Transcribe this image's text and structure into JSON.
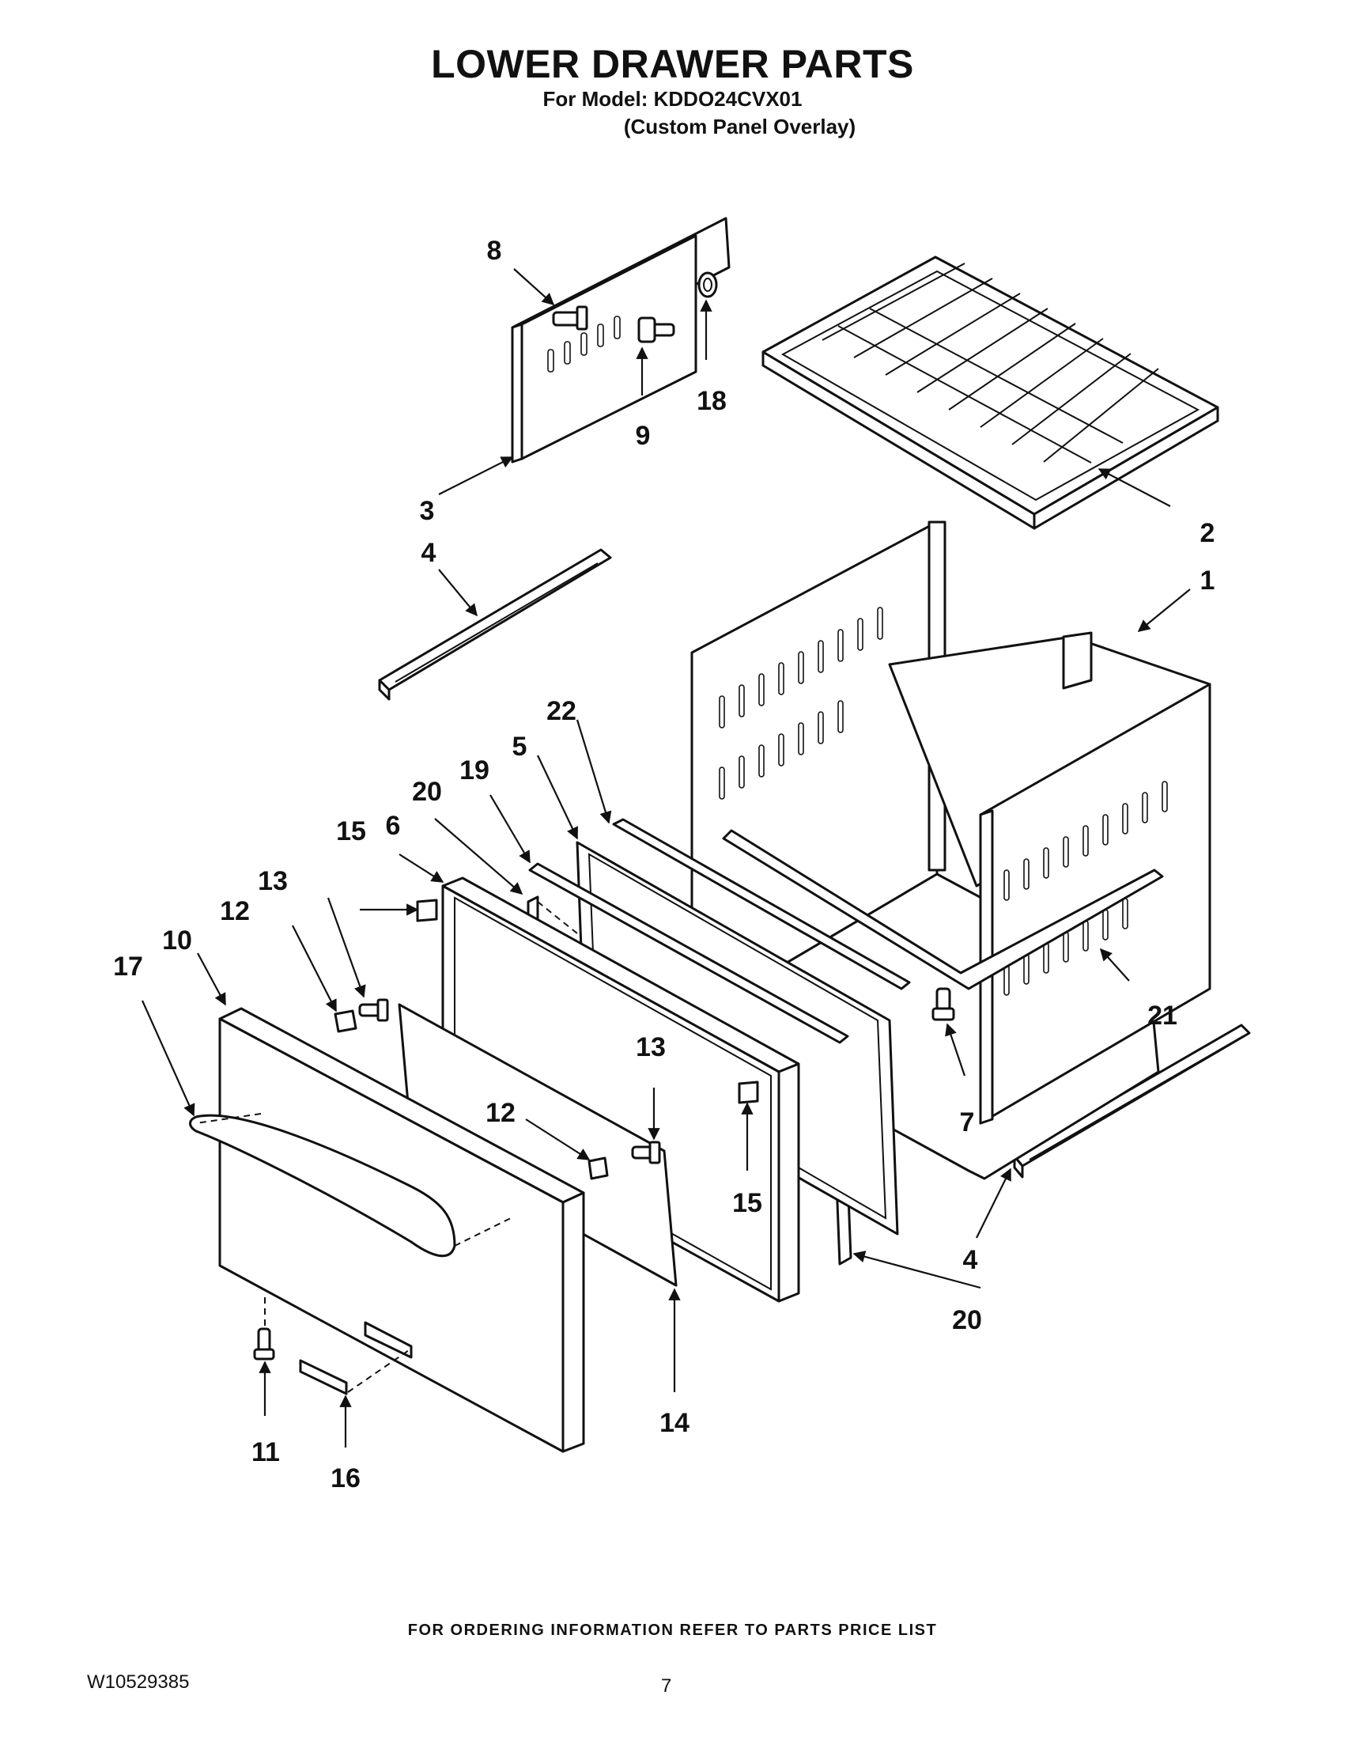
{
  "header": {
    "title": "LOWER DRAWER PARTS",
    "model_line": "For Model: KDDO24CVX01",
    "model_note": "(Custom Panel Overlay)"
  },
  "callouts": [
    "1",
    "2",
    "3",
    "4",
    "4",
    "5",
    "6",
    "7",
    "8",
    "9",
    "10",
    "11",
    "12",
    "12",
    "13",
    "13",
    "14",
    "15",
    "15",
    "16",
    "17",
    "18",
    "19",
    "20",
    "20",
    "21",
    "22"
  ],
  "footer": {
    "ordering_note": "FOR ORDERING INFORMATION REFER TO PARTS PRICE LIST",
    "document_number": "W10529385",
    "page_number": "7"
  }
}
